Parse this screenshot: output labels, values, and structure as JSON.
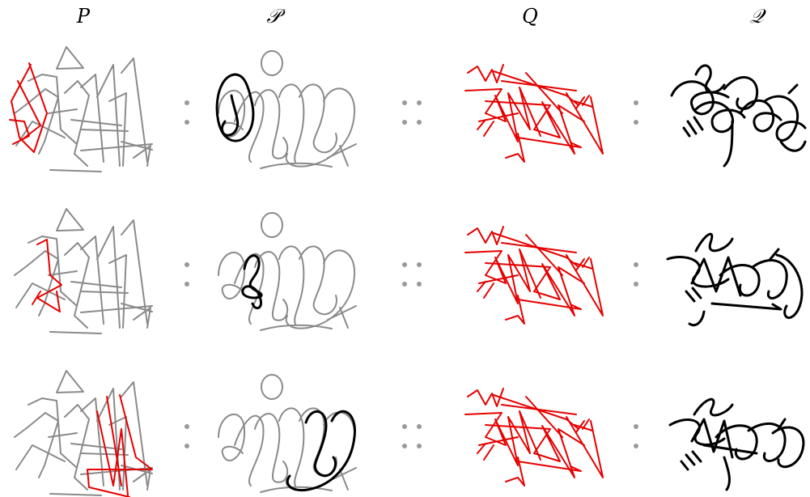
{
  "headers": {
    "p_label": "P",
    "p_script_label": "𝒫",
    "q_label": "Q",
    "q_script_label": "𝒬"
  },
  "colors": {
    "highlight_red": "#e60000",
    "highlight_black": "#000000",
    "context_grey": "#8a8a8a"
  },
  "rows": [
    {
      "highlighted_segment": "left"
    },
    {
      "highlighted_segment": "left-middle"
    },
    {
      "highlighted_segment": "right"
    }
  ]
}
